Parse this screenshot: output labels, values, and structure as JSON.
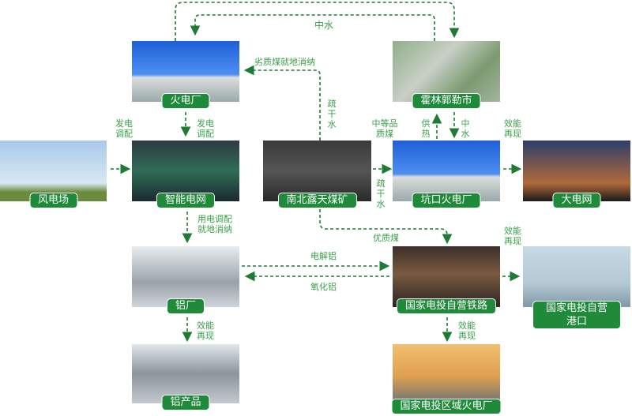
{
  "nodes": {
    "thermal": "火电厂",
    "city": "霍林郭勒市",
    "wind": "风电场",
    "grid": "智能电网",
    "mine": "南北露天煤矿",
    "minemouth": "坑口火电厂",
    "biggrid": "大电网",
    "aluminum": "铝厂",
    "railway": "国家电投自营铁路",
    "port": "国家电投自营港口",
    "alproduct": "铝产品",
    "regional": "国家电投区域火电厂"
  },
  "edges": {
    "reclaimed_top": "中水",
    "low_coal": "劣质煤就地消纳",
    "drain_water": "疏干水",
    "gen_dispatch_left": "发电调配",
    "gen_dispatch": "发电调配",
    "mid_coal": "中等品质煤",
    "heat": "供热",
    "reclaimed": "中水",
    "efficiency_1": "效能再现",
    "drain_water_2": "疏干水",
    "use_dispatch": "用电调配就地消纳",
    "quality_coal": "优质煤",
    "efficiency_2": "效能再现",
    "electrolytic_al": "电解铝",
    "alumina": "氧化铝",
    "efficiency_3": "效能再现",
    "efficiency_4": "效能再现"
  },
  "colors": {
    "accent": "#1f8a3a",
    "text": "#3aa047"
  }
}
